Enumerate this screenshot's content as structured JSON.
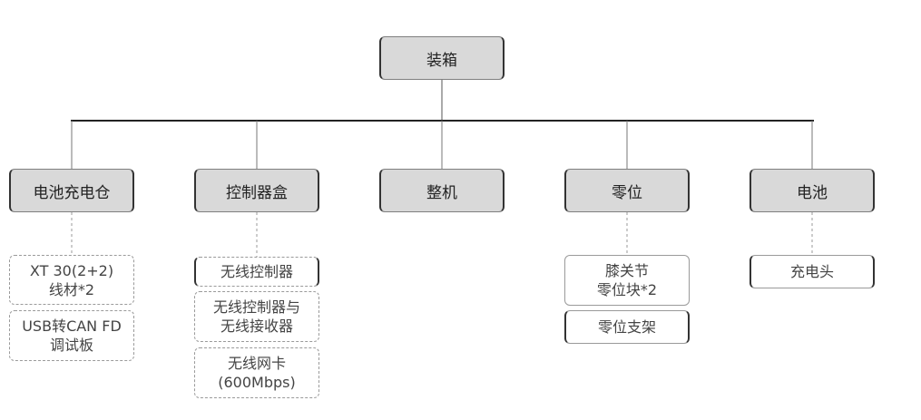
{
  "root": {
    "label": "装箱"
  },
  "branches": [
    {
      "label": "电池充电仓",
      "children": [
        "XT 30(2+2)\n线材*2",
        "USB转CAN FD\n调试板"
      ]
    },
    {
      "label": "控制器盒",
      "children": [
        "无线控制器",
        "无线控制器与\n无线接收器",
        "无线网卡\n(600Mbps)"
      ]
    },
    {
      "label": "整机",
      "children": []
    },
    {
      "label": "零位",
      "children": [
        "膝关节\n零位块*2",
        "零位支架"
      ]
    },
    {
      "label": "电池",
      "children": [
        "充电头"
      ]
    }
  ]
}
